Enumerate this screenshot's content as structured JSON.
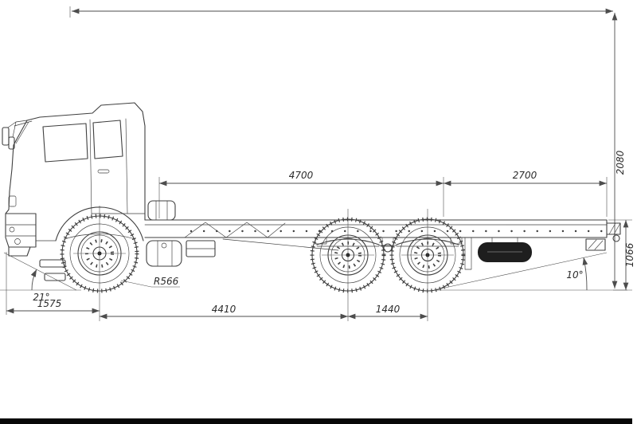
{
  "colors": {
    "background": "#ffffff",
    "line": "#3f3f3f",
    "dim": "#4d4d4d",
    "text": "#2b2b2b",
    "dark_fill": "#1e1e1e",
    "bar": "#070707"
  },
  "labels": {
    "dim_top_left": "4700",
    "dim_top_right": "2700",
    "dim_height_overall": "2080",
    "dim_frame_height": "1066",
    "dim_front_overhang": "1575",
    "dim_wheelbase": "4410",
    "dim_rear_axle_spacing": "1440",
    "dim_wheel_radius": "R566",
    "angle_approach": "21°",
    "angle_departure": "10°"
  }
}
